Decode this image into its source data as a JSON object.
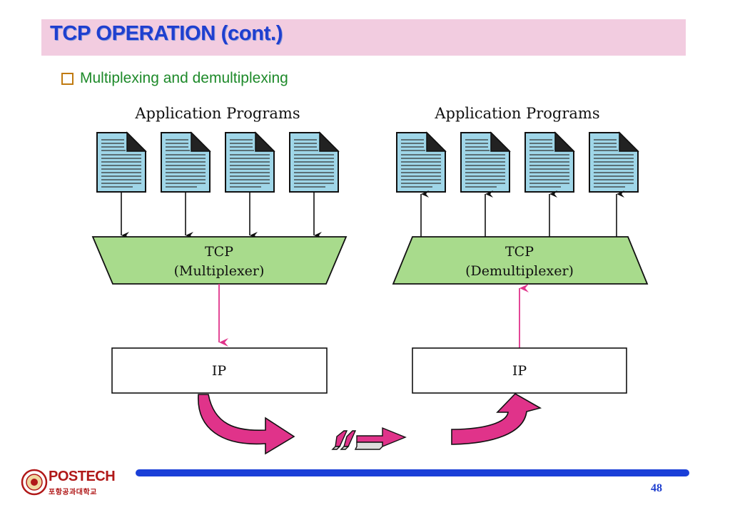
{
  "slide": {
    "title": "TCP OPERATION (cont.)",
    "bullet": "Multiplexing and demultiplexing",
    "page_number": "48"
  },
  "diagram": {
    "left": {
      "app_label": "Application Programs",
      "tcp_line1": "TCP",
      "tcp_line2": "(Multiplexer)",
      "ip_label": "IP"
    },
    "right": {
      "app_label": "Application Programs",
      "tcp_line1": "TCP",
      "tcp_line2": "(Demultiplexer)",
      "ip_label": "IP"
    },
    "colors": {
      "document_fill": "#9fd6e8",
      "tcp_fill": "#a8db8c",
      "flow_arrow": "#e0338a",
      "thin_arrow": "#e0338a"
    }
  },
  "branding": {
    "logo_text": "POSTECH",
    "logo_subtext": "포항공과대학교",
    "logo_icon": "university-seal-icon"
  }
}
